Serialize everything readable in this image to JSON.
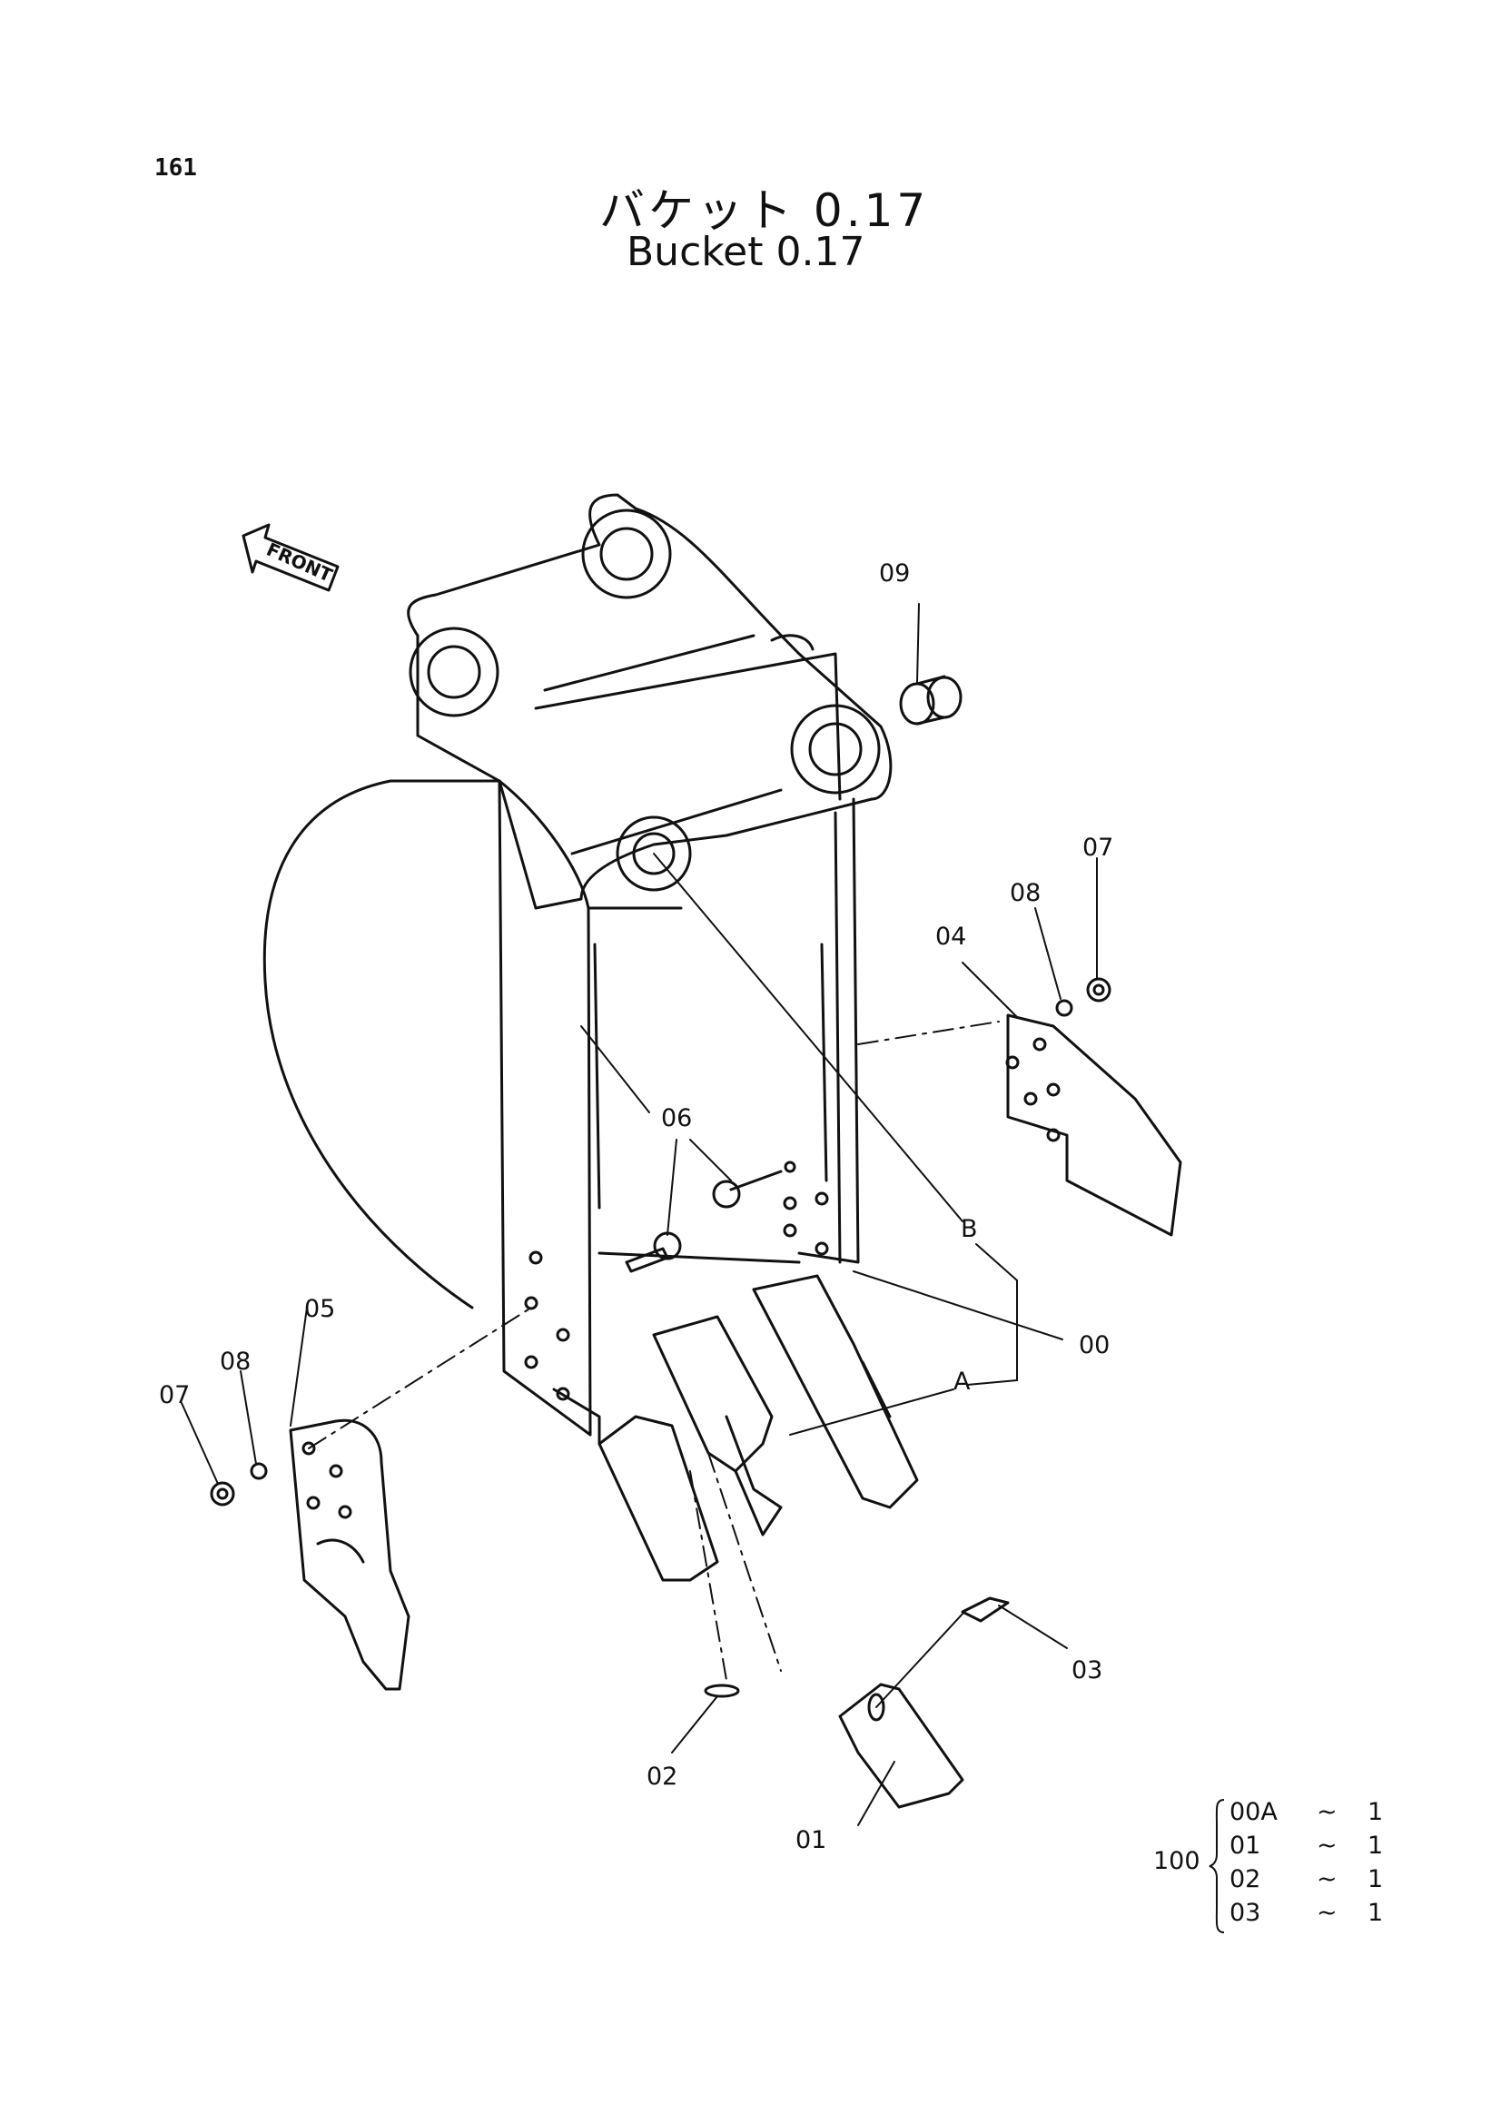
{
  "page_number": "161",
  "title": {
    "jp": "バケット 0.17",
    "en": "Bucket 0.17"
  },
  "front_label": "FRONT",
  "callouts": {
    "c09": "09",
    "c07r": "07",
    "c08r": "08",
    "c04": "04",
    "c06": "06",
    "cB": "B",
    "c00": "00",
    "cA": "A",
    "c05": "05",
    "c08l": "08",
    "c07l": "07",
    "c03": "03",
    "c02": "02",
    "c01": "01"
  },
  "kit": {
    "number": "100",
    "items": [
      {
        "code": "00A",
        "tilde": "~",
        "qty": "1"
      },
      {
        "code": "01",
        "tilde": "~",
        "qty": "1"
      },
      {
        "code": "02",
        "tilde": "~",
        "qty": "1"
      },
      {
        "code": "03",
        "tilde": "~",
        "qty": "1"
      }
    ]
  }
}
